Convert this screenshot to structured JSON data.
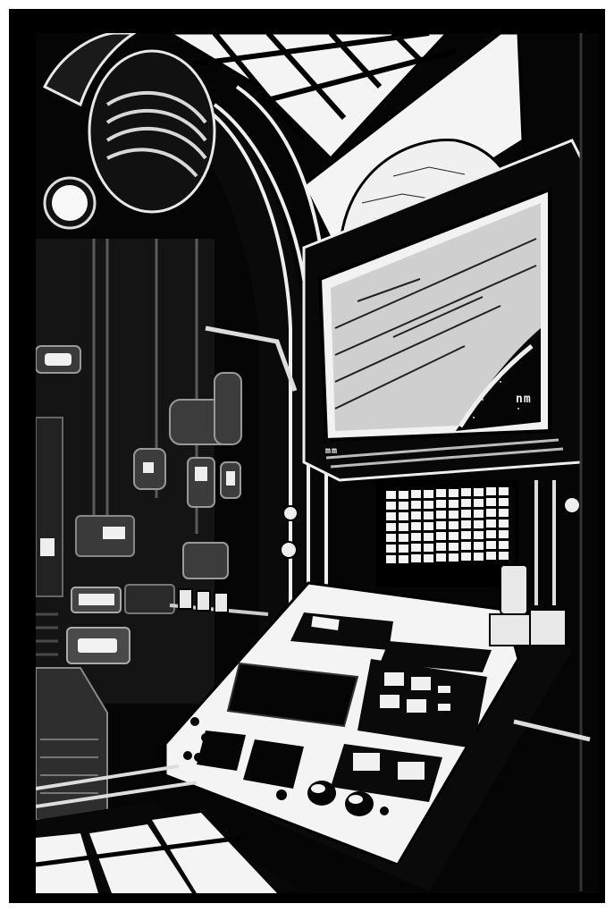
{
  "artwork": {
    "style": "black-and-white comic illustration",
    "subject": "sci-fi spaceship control room",
    "palette": {
      "background": "#000000",
      "ink": "#050505",
      "highlight": "#f4f4f4",
      "mid_gray": "#6a6a6a",
      "dark_gray": "#2a2a2a",
      "outer_margin": "#ffffff"
    },
    "elements": {
      "skylight": "glass ceiling panels with planet visible",
      "main_monitor": {
        "content": "spaceship hull view with starfield",
        "corner_glyph": "nm",
        "bezel_glyph": "mm"
      },
      "grid_display": {
        "columns": 10,
        "rows": 7
      },
      "console": {
        "screens": 3,
        "knobs": 2,
        "keypads": 2
      },
      "left_wall": "pipes, cables, machinery panels",
      "floor": "tiled white panels"
    }
  }
}
